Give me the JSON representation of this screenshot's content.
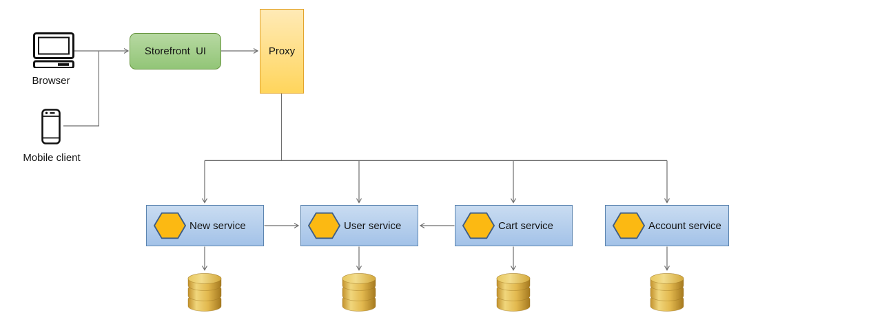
{
  "diagram": {
    "clients": [
      {
        "label": "Browser",
        "icon": "desktop-computer-icon"
      },
      {
        "label": "Mobile client",
        "icon": "smartphone-icon"
      }
    ],
    "gateway": {
      "storefront_label": "Storefront  UI",
      "proxy_label": "Proxy"
    },
    "services": [
      {
        "label": "New service",
        "icon": "hexagon-icon",
        "datastore_icon": "database-cylinder-icon"
      },
      {
        "label": "User service",
        "icon": "hexagon-icon",
        "datastore_icon": "database-cylinder-icon"
      },
      {
        "label": "Cart service",
        "icon": "hexagon-icon",
        "datastore_icon": "database-cylinder-icon"
      },
      {
        "label": "Account service",
        "icon": "hexagon-icon",
        "datastore_icon": "database-cylinder-icon"
      }
    ],
    "edges": [
      "Browser -> Storefront UI",
      "Mobile client -> Storefront UI",
      "Storefront UI -> Proxy",
      "Proxy -> New service",
      "Proxy -> User service",
      "Proxy -> Cart service",
      "Proxy -> Account service",
      "New service -> User service",
      "Cart service -> User service",
      "New service -> database",
      "User service -> database",
      "Cart service -> database",
      "Account service -> database"
    ],
    "colors": {
      "storefront_fill": "#9ac87d",
      "storefront_border": "#66943e",
      "proxy_fill": "#ffd966",
      "proxy_border": "#e3a42c",
      "service_fill": "#b4cfeb",
      "service_border": "#5c85b0",
      "hexagon_fill": "#fcb912",
      "hexagon_border": "#3f5e86",
      "database_gold": "#e0b744",
      "connector_gray": "#6e6e6e"
    }
  }
}
